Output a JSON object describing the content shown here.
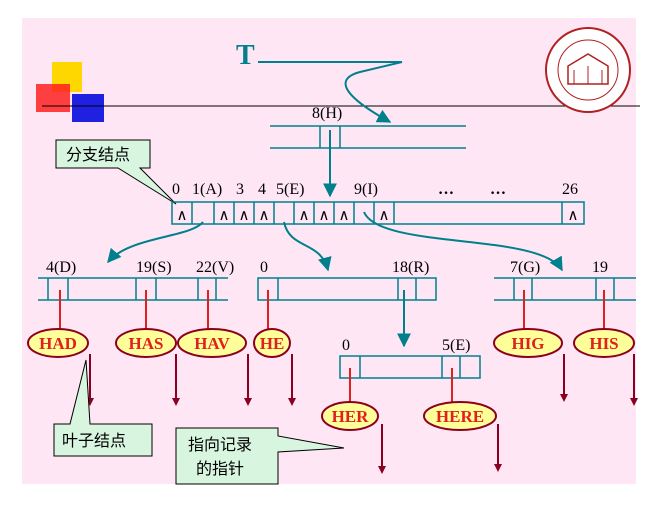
{
  "root": {
    "label": "T",
    "node_label": "8(H)"
  },
  "branch_node": {
    "indices": [
      "0",
      "1(A)",
      "3",
      "4",
      "5(E)",
      "9(I)",
      "…",
      "…",
      "26"
    ],
    "null_marker": "∧"
  },
  "child_nodes": {
    "d_node": {
      "left": "4(D)",
      "mid": "19(S)",
      "right": "22(V)"
    },
    "e_node": {
      "left": "0",
      "right": "18(R)"
    },
    "i_node": {
      "left": "7(G)",
      "right": "19"
    },
    "r_node": {
      "left": "0",
      "right": "5(E)"
    }
  },
  "leaves": [
    "HAD",
    "HAS",
    "HAV",
    "HE",
    "HER",
    "HERE",
    "HIG",
    "HIS"
  ],
  "callouts": {
    "branch": "分支结点",
    "leaf": "叶子结点",
    "pointer_line1": "指向记录",
    "pointer_line2": "的指针"
  },
  "colors": {
    "background": "#FFE6F4",
    "teal": "#00808C",
    "dark_red": "#8B0020",
    "leaf_fill": "#FFFF99",
    "leaf_text": "#E02020",
    "callout_fill": "#D8F5E0"
  }
}
